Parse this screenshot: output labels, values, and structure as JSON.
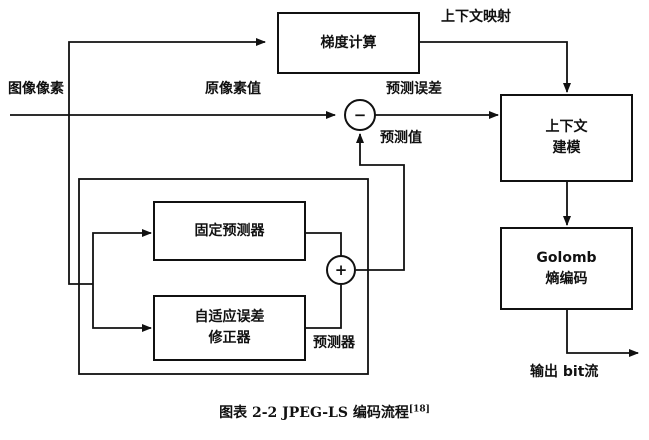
{
  "nodes": {
    "gradient": "梯度计算",
    "fixed_predictor": "固定预测器",
    "adaptive_correction_line1": "自适应误差",
    "adaptive_correction_line2": "修正器",
    "context_modeling_line1": "上下文",
    "context_modeling_line2": "建模",
    "golomb_line1": "Golomb",
    "golomb_line2": "熵编码"
  },
  "operators": {
    "subtract": "−",
    "add": "+"
  },
  "labels": {
    "image_pixels": "图像像素",
    "original_pixel_value": "原像素值",
    "prediction_error": "预测误差",
    "context_mapping": "上下文映射",
    "predicted_value": "预测值",
    "predictor": "预测器",
    "output_bitstream": "输出 bit流"
  },
  "caption": {
    "text": "图表 2-2 JPEG-LS 编码流程",
    "ref": "[18]"
  }
}
